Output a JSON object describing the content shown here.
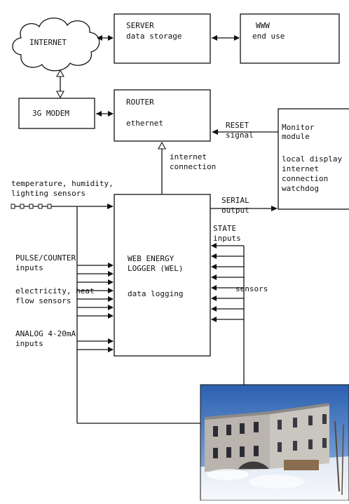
{
  "nodes": {
    "internet": "INTERNET",
    "server": [
      "SERVER",
      "data storage"
    ],
    "www": [
      "WWW",
      "end use"
    ],
    "modem": "3G MODEM",
    "router": [
      "ROUTER",
      "ethernet"
    ],
    "monitor": [
      "Monitor",
      "module",
      "local display",
      "internet",
      "connection",
      "watchdog"
    ],
    "wel": [
      "WEB ENERGY",
      "LOGGER (WEL)",
      "data logging"
    ]
  },
  "labels": {
    "reset": [
      "RESET",
      "signal"
    ],
    "internet_connection": [
      "internet",
      "connection"
    ],
    "serial": [
      "SERIAL",
      "output"
    ],
    "env_sensors": [
      "temperature, humidity,",
      "lighting sensors"
    ],
    "state": [
      "STATE",
      "inputs"
    ],
    "sensors": "sensors",
    "pulse": [
      "PULSE/COUNTER",
      "inputs"
    ],
    "flow": [
      "electricity, heat",
      "flow sensors"
    ],
    "analog": [
      "ANALOG 4-20mA",
      "inputs"
    ]
  },
  "photo": {
    "subject": "building-photo"
  }
}
